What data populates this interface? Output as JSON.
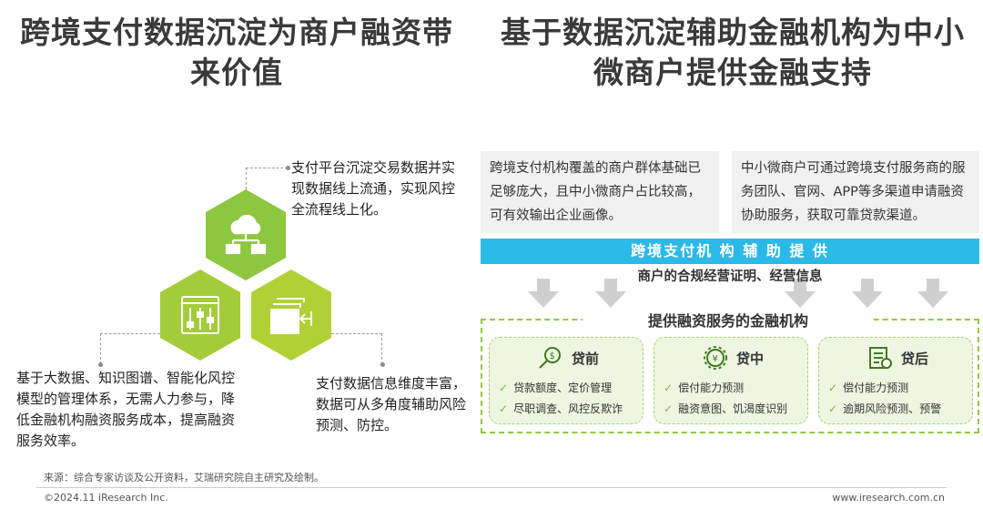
{
  "titles": {
    "left": "跨境支付数据沉淀为商户融资带来价值",
    "right": "基于数据沉淀辅助金融机构为中小微商户提供金融支持"
  },
  "left_panel": {
    "top_text": "支付平台沉淀交易数据并实现数据线上流通，实现风控全流程线上化。",
    "left_text": "基于大数据、知识图谱、智能化风控模型的管理体系，无需人力参与，降低金融机构融资服务成本，提高融资服务效率。",
    "right_text": "支付数据信息维度丰富，数据可从多角度辅助风险预测、防控。",
    "icons": [
      "cloud-network-icon",
      "control-panel-icon",
      "data-input-icon"
    ]
  },
  "right_panel": {
    "info_a": "跨境支付机构覆盖的商户群体基础已足够庞大，且中小微商户占比较高，可有效输出企业画像。",
    "info_b": "中小微商户可通过跨境支付服务商的服务团队、官网、APP等多渠道申请融资协助服务，获取可靠贷款渠道。",
    "banner": "跨境支付机 构 辅 助 提 供",
    "sub_banner": "商户的合规经营证明、经营信息",
    "institution_title": "提供融资服务的金融机构",
    "cards": [
      {
        "title": "贷前",
        "items": [
          "贷款额度、定价管理",
          "尽职调查、风控反欺诈"
        ]
      },
      {
        "title": "贷中",
        "items": [
          "偿付能力预测",
          "融资意图、饥渴度识别"
        ]
      },
      {
        "title": "贷后",
        "items": [
          "偿付能力预测",
          "逾期风险预测、预警"
        ]
      }
    ]
  },
  "footer": {
    "source": "来源：综合专家访谈及公开资料，艾瑞研究院自主研究及绘制。",
    "copyright": "©2024.11 iResearch Inc.",
    "website": "www.iresearch.com.cn"
  },
  "colors": {
    "green": "#92c83e",
    "cyan": "#2bb9e8",
    "card_bg": "#eef6e2"
  }
}
